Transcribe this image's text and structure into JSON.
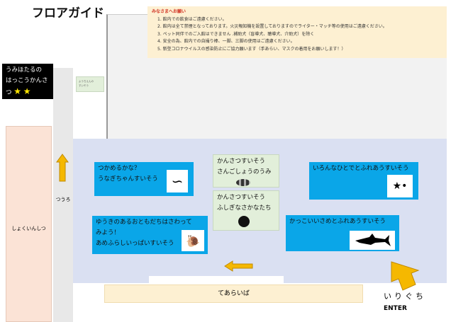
{
  "title": "フロアガイド",
  "notice": {
    "heading": "みなさまへお願い",
    "items": [
      "1. 館内での飲食はご遠慮ください。",
      "2. 館内は全て禁煙となっております。火災報知機を設置しておりますのでライター・マッチ等の使用はご遠慮ください。",
      "3. ペット同伴でのご入館はできません .補助犬（盲導犬、聴導犬、介助犬）を除く",
      "4. 安全の為、館内での自撮り棒、一脚、三脚の使用はご遠慮ください。",
      "5. 新型コロナウイルスの感染防止にご協力願います（手あらい、マスクの着用をお願いします！）"
    ]
  },
  "hotaru": {
    "lines": [
      "うみほたるの",
      "はっこうかんさ",
      "つ"
    ]
  },
  "youchien": {
    "lines": [
      "ようちえんの",
      "すいそう"
    ]
  },
  "corridor": "つうろ",
  "staff_room": "しょくいんしつ",
  "tanks": {
    "eel": {
      "lines": [
        "つかめるかな？",
        "うなぎちゃんすいそう"
      ]
    },
    "seahare": {
      "lines": [
        "ゆうきのあるおともだちはさわって",
        "みよう！",
        "あめふらしいっぱいすいそう"
      ]
    },
    "coral": {
      "lines": [
        "かんさつすいそう",
        "さんごしょうのうみ"
      ]
    },
    "mystery": {
      "lines": [
        "かんさつすいそう",
        "ふしぎなさかなたち"
      ]
    },
    "touch": {
      "lines": [
        "いろんなひとでとふれあうすいそう"
      ]
    },
    "shark": {
      "lines": [
        "かっこいいさめとふれあうすいそう"
      ]
    }
  },
  "washroom": "てあらいば",
  "entrance": {
    "jp": "いりぐち",
    "en": "ENTER"
  },
  "colors": {
    "tank_blue": "#0aa6e8",
    "floor": "#dae0f2",
    "arrow": "#f5b800"
  }
}
